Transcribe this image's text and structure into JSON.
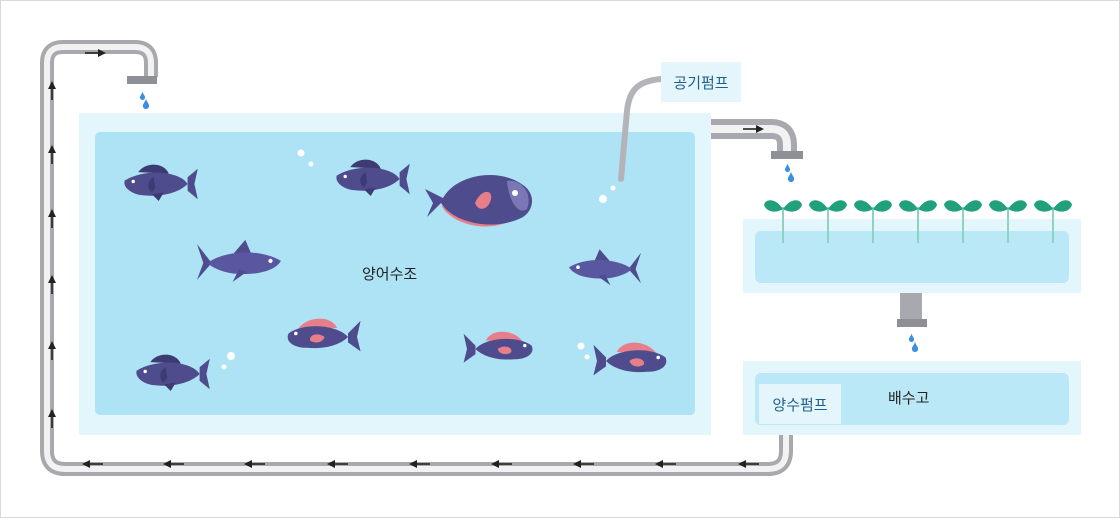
{
  "labels": {
    "fish_tank": "양어수조",
    "air_pump": "공기펌프",
    "drain_tank": "배수고",
    "water_pump": "양수펌프"
  },
  "components": {
    "fish_count": 9,
    "sprout_count": 7,
    "flow_arrow_icon": "arrow-icon",
    "water_drop_icon": "water-drop-icon",
    "fish_icon": "fish-icon",
    "sprout_icon": "sprout-icon"
  },
  "colors": {
    "tank_outer": "#e2f6fc",
    "tank_water": "#ade3f4",
    "pipe": "#a8a9ae",
    "pipe_inner": "#f2f2f2",
    "fish_body": "#4f4c8e",
    "fish_fin": "#e77f8a",
    "leaf": "#20a07c",
    "drop": "#3b8fe0",
    "label_text": "#1f5f8f"
  }
}
